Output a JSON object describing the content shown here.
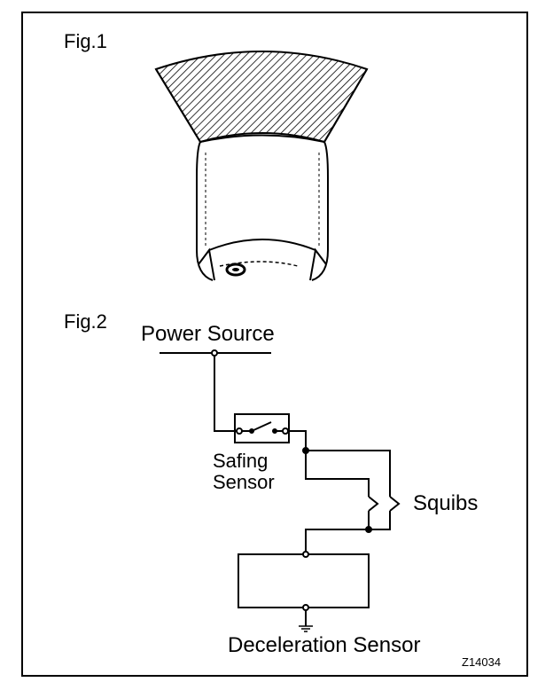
{
  "figures": {
    "fig1": {
      "label": "Fig.1"
    },
    "fig2": {
      "label": "Fig.2",
      "power_source": "Power Source",
      "safing_sensor_line1": "Safing",
      "safing_sensor_line2": "Sensor",
      "squibs": "Squibs",
      "deceleration_sensor": "Deceleration Sensor"
    }
  },
  "figure_code": "Z14034"
}
